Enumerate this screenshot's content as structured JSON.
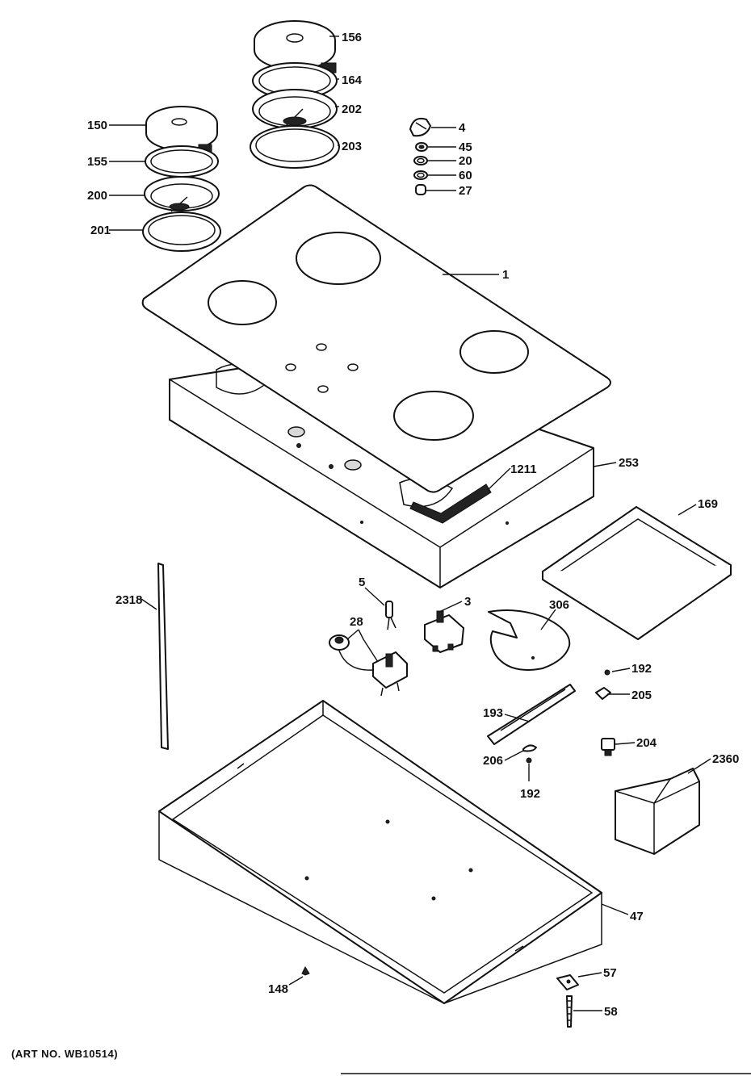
{
  "art_number": "(ART NO. WB10514)",
  "callouts": {
    "p156": "156",
    "p164": "164",
    "p202": "202",
    "p203": "203",
    "p150": "150",
    "p155": "155",
    "p200": "200",
    "p201": "201",
    "p4": "4",
    "p45": "45",
    "p20": "20",
    "p60": "60",
    "p27": "27",
    "p1": "1",
    "p253": "253",
    "p1211": "1211",
    "p169": "169",
    "p2318": "2318",
    "p5": "5",
    "p3": "3",
    "p28": "28",
    "p306": "306",
    "p192a": "192",
    "p205": "205",
    "p193": "193",
    "p204": "204",
    "p206": "206",
    "p192b": "192",
    "p2360": "2360",
    "p47": "47",
    "p57": "57",
    "p148": "148",
    "p58": "58"
  }
}
